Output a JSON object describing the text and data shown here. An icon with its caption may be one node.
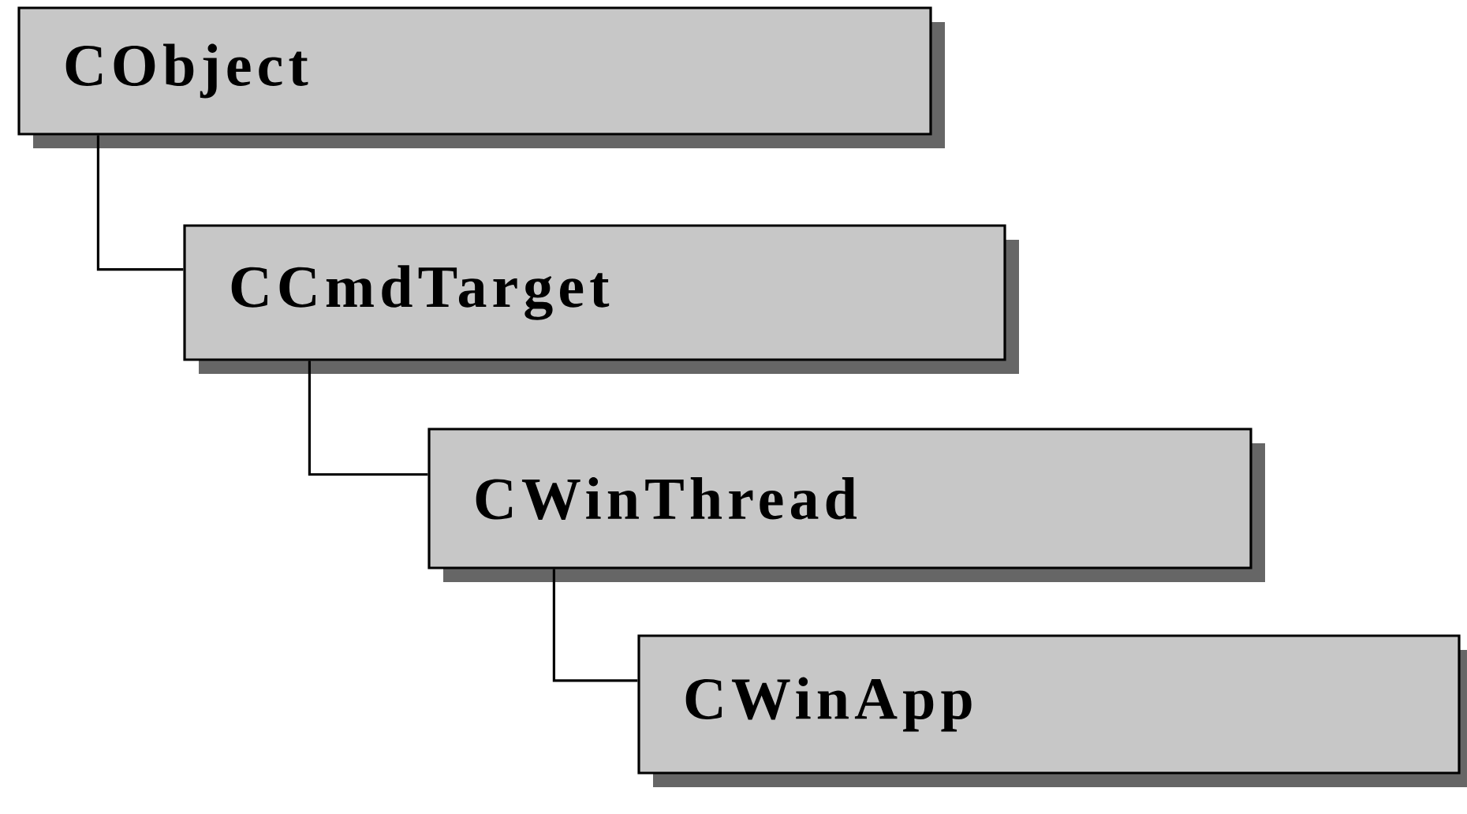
{
  "diagram": {
    "nodes": [
      {
        "text": [
          "CObject"
        ]
      },
      {
        "text": [
          "CCmdTarget"
        ]
      },
      {
        "text": [
          "CWinThread"
        ]
      },
      {
        "text": [
          "CWinApp"
        ]
      }
    ],
    "edges": [
      {
        "from": 0,
        "to": 1,
        "arrow": "none"
      },
      {
        "from": 1,
        "to": 2,
        "arrow": "none"
      },
      {
        "from": 2,
        "to": 3,
        "arrow": "none"
      }
    ]
  }
}
